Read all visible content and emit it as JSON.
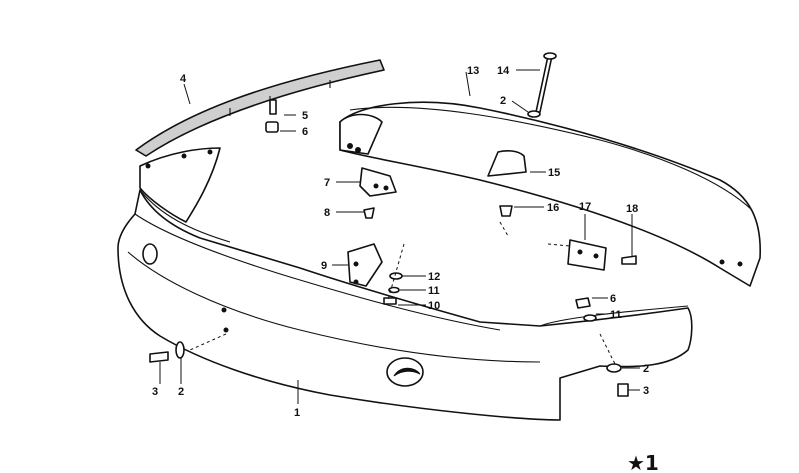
{
  "diagram": {
    "callouts": {
      "n1": "1",
      "n2a": "2",
      "n2b": "2",
      "n2c": "2",
      "n3a": "3",
      "n3b": "3",
      "n4": "4",
      "n5": "5",
      "n6a": "6",
      "n6b": "6",
      "n7": "7",
      "n8": "8",
      "n9": "9",
      "n10": "10",
      "n11a": "11",
      "n11b": "11",
      "n12": "12",
      "n13": "13",
      "n14": "14",
      "n15": "15",
      "n16": "16",
      "n17": "17",
      "n18": "18"
    },
    "corner_mark": "★1"
  }
}
